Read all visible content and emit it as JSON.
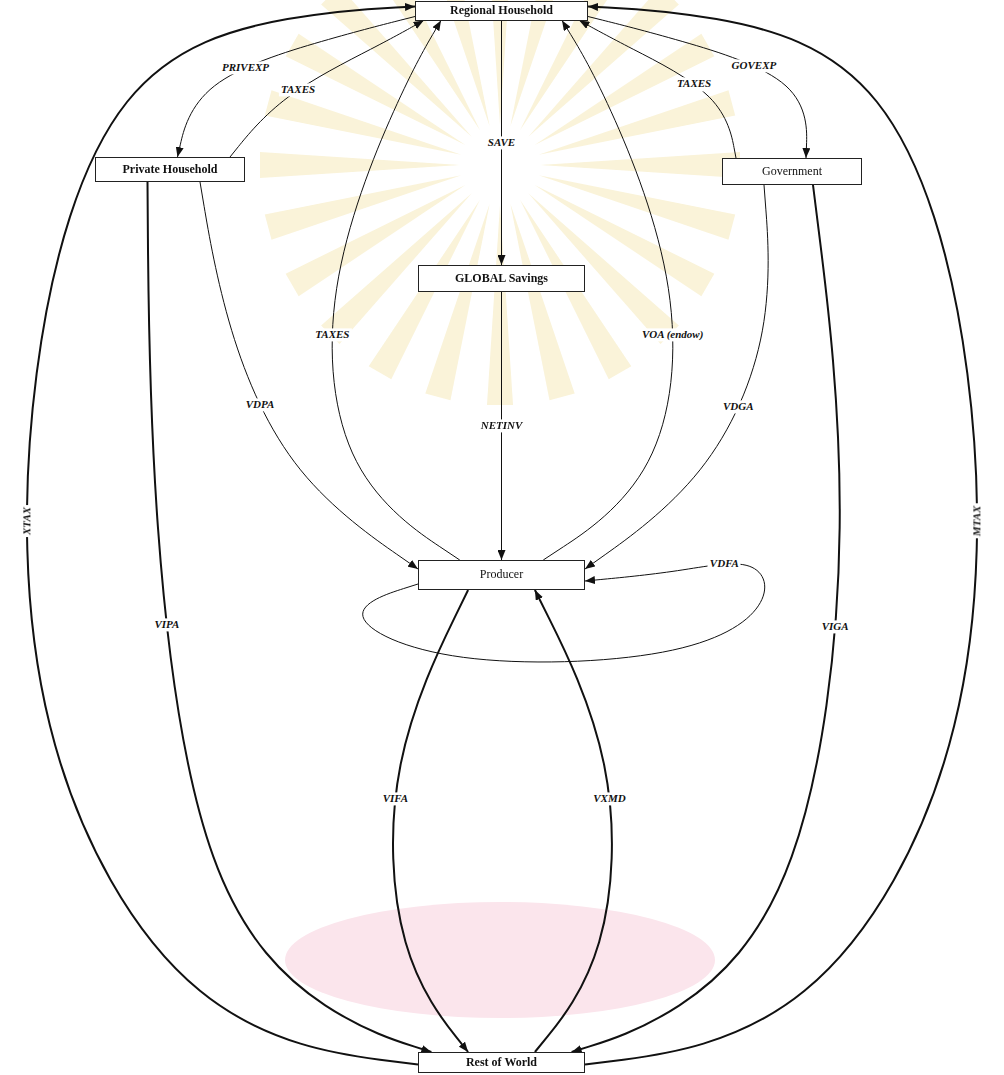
{
  "diagram": {
    "nodes": [
      {
        "text": [
          "Regional Household"
        ]
      },
      {
        "text": [
          "Private Household"
        ]
      },
      {
        "text": [
          "Government"
        ]
      },
      {
        "text": [
          "GLOBAL Savings"
        ]
      },
      {
        "text": [
          "Producer"
        ]
      },
      {
        "text": [
          "Rest of World"
        ]
      }
    ],
    "edges": [
      {
        "from": 0,
        "to": 1,
        "label": "PRIVEXP",
        "arrow": "to"
      },
      {
        "from": 1,
        "to": 0,
        "label": "TAXES",
        "arrow": "to"
      },
      {
        "from": 0,
        "to": 3,
        "label": "SAVE",
        "arrow": "to"
      },
      {
        "from": 2,
        "to": 0,
        "label": "TAXES",
        "arrow": "to"
      },
      {
        "from": 0,
        "to": 2,
        "label": "GOVEXP",
        "arrow": "to"
      },
      {
        "from": 4,
        "to": 0,
        "label": "TAXES",
        "arrow": "to"
      },
      {
        "from": 4,
        "to": 0,
        "label": "VOA (endow)",
        "arrow": "to"
      },
      {
        "from": 3,
        "to": 4,
        "label": "NETINV",
        "arrow": "to"
      },
      {
        "from": 1,
        "to": 4,
        "label": "VDPA",
        "arrow": "to"
      },
      {
        "from": 2,
        "to": 4,
        "label": "VDGA",
        "arrow": "to"
      },
      {
        "from": 4,
        "to": 4,
        "label": "VDFA",
        "arrow": "to"
      },
      {
        "from": 4,
        "to": 5,
        "label": "VIFA",
        "arrow": "to"
      },
      {
        "from": 5,
        "to": 4,
        "label": "VXMD",
        "arrow": "to"
      },
      {
        "from": 1,
        "to": 5,
        "label": "VIPA",
        "arrow": "to"
      },
      {
        "from": 2,
        "to": 5,
        "label": "VIGA",
        "arrow": "to"
      },
      {
        "from": 5,
        "to": 0,
        "label": "XTAX",
        "arrow": "to"
      },
      {
        "from": 5,
        "to": 0,
        "label": "MTAX",
        "arrow": "to"
      }
    ]
  }
}
